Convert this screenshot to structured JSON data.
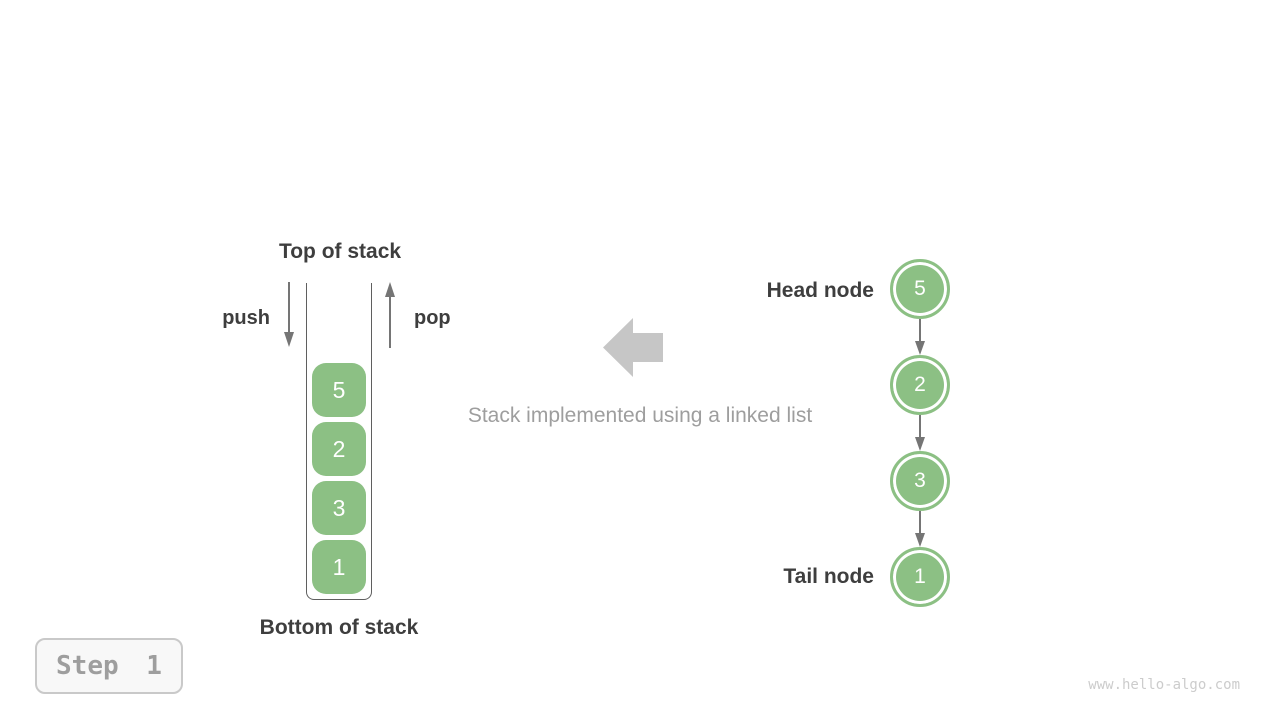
{
  "stack": {
    "top_label": "Top of stack",
    "bottom_label": "Bottom of stack",
    "push_label": "push",
    "pop_label": "pop",
    "items": [
      "5",
      "2",
      "3",
      "1"
    ]
  },
  "caption": {
    "text": "Stack implemented using a linked list"
  },
  "linked_list": {
    "head_label": "Head node",
    "tail_label": "Tail node",
    "nodes": [
      "5",
      "2",
      "3",
      "1"
    ]
  },
  "step_badge": {
    "label": "Step 1"
  },
  "watermark": {
    "text": "www.hello-algo.com"
  },
  "colors": {
    "green": "#8cc084",
    "arrow_gray": "#757575",
    "outline_gray": "#5f5f5f",
    "label_dark": "#3e3e3e",
    "caption_gray": "#9e9e9e",
    "big_arrow_gray": "#c6c6c6",
    "badge_border": "#c9c9c9",
    "badge_bg": "#f8f8f8",
    "badge_text": "#9e9e9e",
    "watermark_gray": "#cccccc"
  }
}
